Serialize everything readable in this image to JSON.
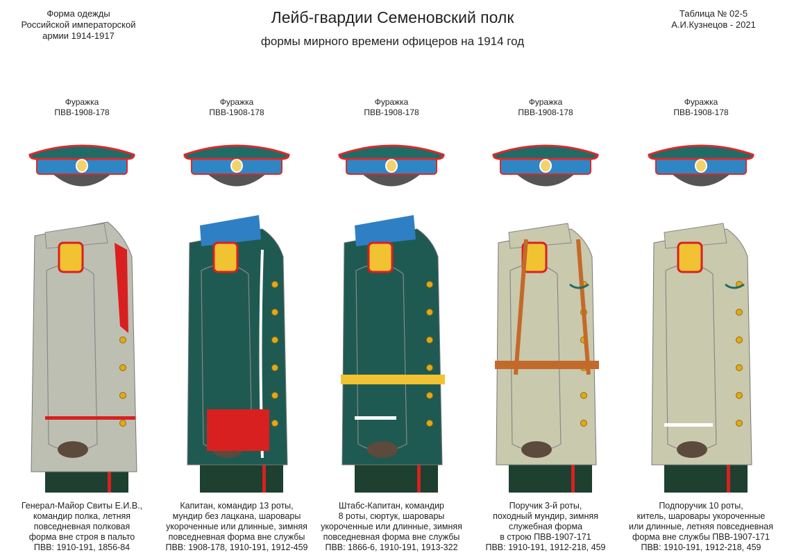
{
  "header": {
    "left_lines": [
      "Форма одежды",
      "Российской императорской",
      "армии  1914-1917"
    ],
    "title": "Лейб-гвардии Семеновский полк",
    "subtitle": "формы мирного времени офицеров на 1914 год",
    "right_lines": [
      "Таблица № 02-5",
      "А.И.Кузнецов - 2021"
    ]
  },
  "colors": {
    "cap_crown": "#1f6b66",
    "cap_band": "#2f86c5",
    "cap_piping": "#d92b2b",
    "cap_visor": "#555555",
    "tunic_khaki": "#c9c9ae",
    "greatcoat": "#bdbfb3",
    "dark_green": "#1f5a52",
    "collar_blue": "#2f7fc5",
    "epaulette_yellow": "#f1c232",
    "red_trim": "#d92020",
    "trousers": "#1d4030",
    "belt_brown": "#c36a2a"
  },
  "figures": [
    {
      "cap_label": [
        "Фуражка",
        "ПВВ-1908-178"
      ],
      "caption": [
        "Генерал-Майор Свиты Е.И.В.,",
        "командир полка, летняя",
        "повседневная полковая",
        "форма вне строя в пальто",
        "ПВВ: 1910-191, 1856-84"
      ],
      "garment": "greatcoat-icon"
    },
    {
      "cap_label": [
        "Фуражка",
        "ПВВ-1908-178"
      ],
      "caption": [
        "Капитан, командир 13 роты,",
        "мундир без лацкана, шаровары",
        "укороченные или длинные, зимняя",
        "повседневная форма вне службы",
        "ПВВ: 1908-178, 1910-191, 1912-459"
      ],
      "garment": "dress-tunic-icon"
    },
    {
      "cap_label": [
        "Фуражка",
        "ПВВ-1908-178"
      ],
      "caption": [
        "Штабс-Капитан, командир",
        "8 роты, сюртук, шаровары",
        "укороченные или длинные, зимняя",
        "повседневная форма вне службы",
        "ПВВ: 1866-6, 1910-191, 1913-322"
      ],
      "garment": "frock-coat-icon"
    },
    {
      "cap_label": [
        "Фуражка",
        "ПВВ-1908-178"
      ],
      "caption": [
        "Поручик 3-й роты,",
        "походный мундир, зимняя",
        "служебная форма",
        "в строю ПВВ-1907-171",
        "ПВВ: 1910-191, 1912-218, 459"
      ],
      "garment": "field-tunic-icon"
    },
    {
      "cap_label": [
        "Фуражка",
        "ПВВ-1908-178"
      ],
      "caption": [
        "Подпоручик 10 роты,",
        "китель, шаровары укороченные",
        "или длинные, летняя повседневная",
        "форма вне службы ПВВ-1907-171",
        "ПВВ: 1910-191, 1912-218, 459"
      ],
      "garment": "kitel-icon"
    }
  ]
}
